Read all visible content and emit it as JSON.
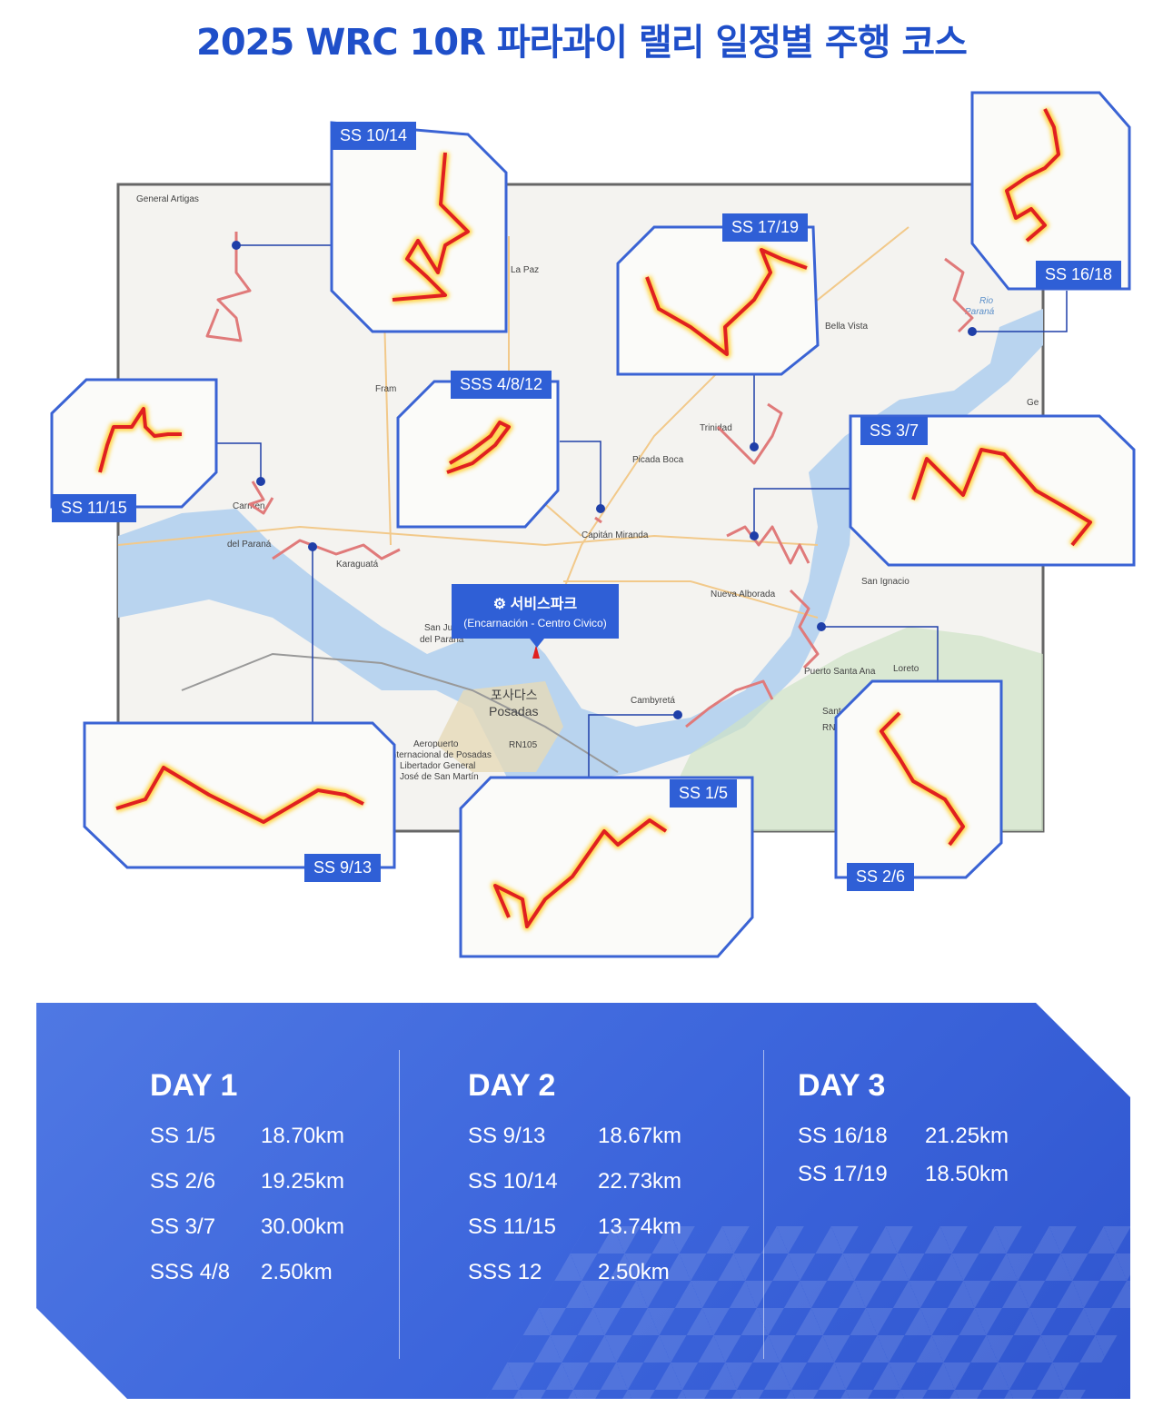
{
  "title": "2025 WRC 10R 파라과이 랠리 일정별 주행 코스",
  "map_labels": {
    "general_artigas": "General Artigas",
    "la_paz": "La Paz",
    "fram": "Fram",
    "bella_vista": "Bella Vista",
    "trinidad": "Trinidad",
    "picada_boca": "Picada Boca",
    "capitan_miranda": "Capitán Miranda",
    "carmen_1": "Carmen",
    "carmen_2": "del Paraná",
    "karaguata": "Karaguatá",
    "san_juan_1": "San Ju",
    "san_juan_2": "del Paraná",
    "posadas_kr": "포사다스",
    "posadas": "Posadas",
    "aeropuerto_1": "Aeropuerto",
    "aeropuerto_2": "Internacional de Posadas",
    "aeropuerto_3": "Libertador General",
    "aeropuerto_4": "José de San Martín",
    "rn105": "RN105",
    "nueva_alborada": "Nueva Alborada",
    "san_ignacio": "San Ignacio",
    "puerto_santa_ana": "Puerto Santa Ana",
    "loreto": "Loreto",
    "cambyreta": "Cambyretá",
    "santa": "Santa",
    "rn1": "RN1",
    "rio_parana_1": "Rio",
    "rio_parana_2": "Paraná",
    "ge": "Ge"
  },
  "service_park": {
    "title": "서비스파크",
    "subtitle": "(Encarnación - Centro Civico)",
    "icon": "gear-icon"
  },
  "insets": {
    "ss10_14": "SS 10/14",
    "ss17_19": "SS 17/19",
    "ss16_18": "SS 16/18",
    "sss4_8_12": "SSS 4/8/12",
    "ss11_15": "SS 11/15",
    "ss3_7": "SS 3/7",
    "ss9_13": "SS 9/13",
    "ss1_5": "SS 1/5",
    "ss2_6": "SS 2/6"
  },
  "schedule": {
    "day1": {
      "title": "DAY 1",
      "stages": [
        {
          "name": "SS 1/5",
          "dist": "18.70km"
        },
        {
          "name": "SS 2/6",
          "dist": "19.25km"
        },
        {
          "name": "SS 3/7",
          "dist": "30.00km"
        },
        {
          "name": "SSS 4/8",
          "dist": "2.50km"
        }
      ]
    },
    "day2": {
      "title": "DAY 2",
      "stages": [
        {
          "name": "SS 9/13",
          "dist": "18.67km"
        },
        {
          "name": "SS 10/14",
          "dist": "22.73km"
        },
        {
          "name": "SS 11/15",
          "dist": "13.74km"
        },
        {
          "name": "SSS 12",
          "dist": "2.50km"
        }
      ]
    },
    "day3": {
      "title": "DAY 3",
      "stages": [
        {
          "name": "SS 16/18",
          "dist": "21.25km"
        },
        {
          "name": "SS 17/19",
          "dist": "18.50km"
        }
      ]
    }
  },
  "colors": {
    "brand_blue": "#2f5fd6",
    "title_blue": "#1f4fc9",
    "route_red": "#e02020",
    "route_glow": "#ffd23a"
  }
}
